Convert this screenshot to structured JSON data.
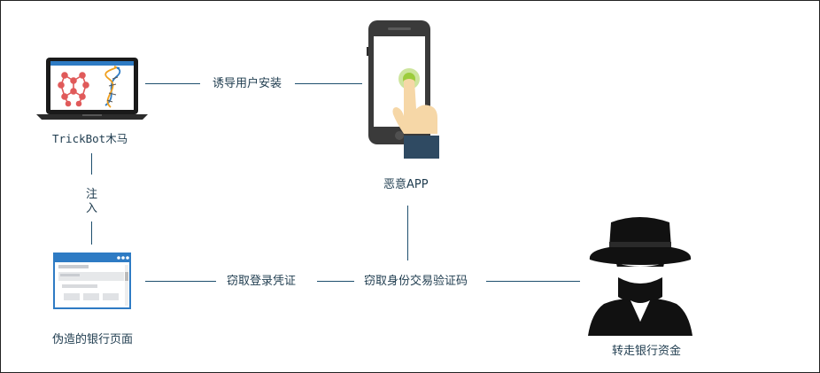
{
  "nodes": {
    "trickbot": {
      "label": "TrickBot木马",
      "icon": "laptop-dna-icon"
    },
    "malicious_app": {
      "label": "恶意APP",
      "icon": "smartphone-tap-icon"
    },
    "fake_bank_page": {
      "label": "伪造的银行页面",
      "icon": "browser-window-icon"
    },
    "attacker": {
      "label": "转走银行资金",
      "icon": "hacker-hat-icon"
    }
  },
  "edges": {
    "install": {
      "label": "诱导用户安装"
    },
    "inject": {
      "label_line1": "注",
      "label_line2": "入"
    },
    "steal_login": {
      "label": "窃取登录凭证"
    },
    "steal_code": {
      "label": "窃取身份交易验证码"
    }
  },
  "colors": {
    "line": "#1e4f6e",
    "text": "#1f3c4f",
    "phone": "#3a3a3a",
    "tap_green": "#9ccc3c",
    "hand": "#f6d7a7",
    "browser_blue": "#2e7bc4",
    "hacker": "#111111"
  }
}
